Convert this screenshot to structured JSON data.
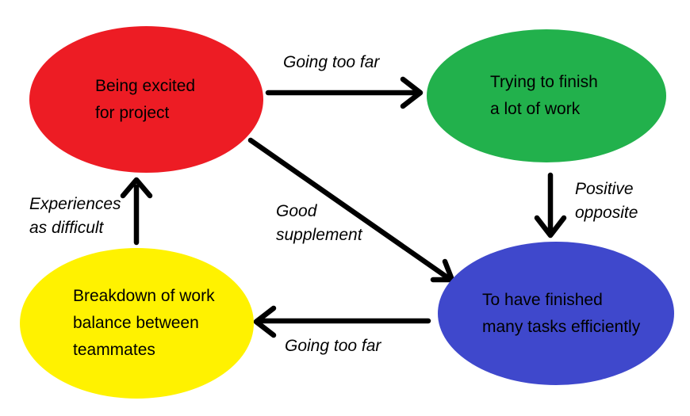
{
  "canvas": {
    "background": "#ffffff",
    "arrow_color": "#000000",
    "text_color": "#000000"
  },
  "nodes": [
    {
      "id": "excited",
      "label": "Being excited\nfor project",
      "color": "#ED1C24"
    },
    {
      "id": "finish-work",
      "label": "Trying to finish\na lot of work",
      "color": "#22B14C"
    },
    {
      "id": "breakdown",
      "label": "Breakdown of work\nbalance between\nteammates",
      "color": "#FFF200"
    },
    {
      "id": "finished-tasks",
      "label": "To have finished\nmany tasks efficiently",
      "color": "#3F48CC"
    }
  ],
  "edges": [
    {
      "from": "excited",
      "to": "finish-work",
      "label": "Going too far"
    },
    {
      "from": "finish-work",
      "to": "finished-tasks",
      "label": "Positive\nopposite"
    },
    {
      "from": "excited",
      "to": "finished-tasks",
      "label": "Good\nsupplement"
    },
    {
      "from": "finished-tasks",
      "to": "breakdown",
      "label": "Going too far"
    },
    {
      "from": "breakdown",
      "to": "excited",
      "label": "Experiences\nas difficult"
    }
  ]
}
